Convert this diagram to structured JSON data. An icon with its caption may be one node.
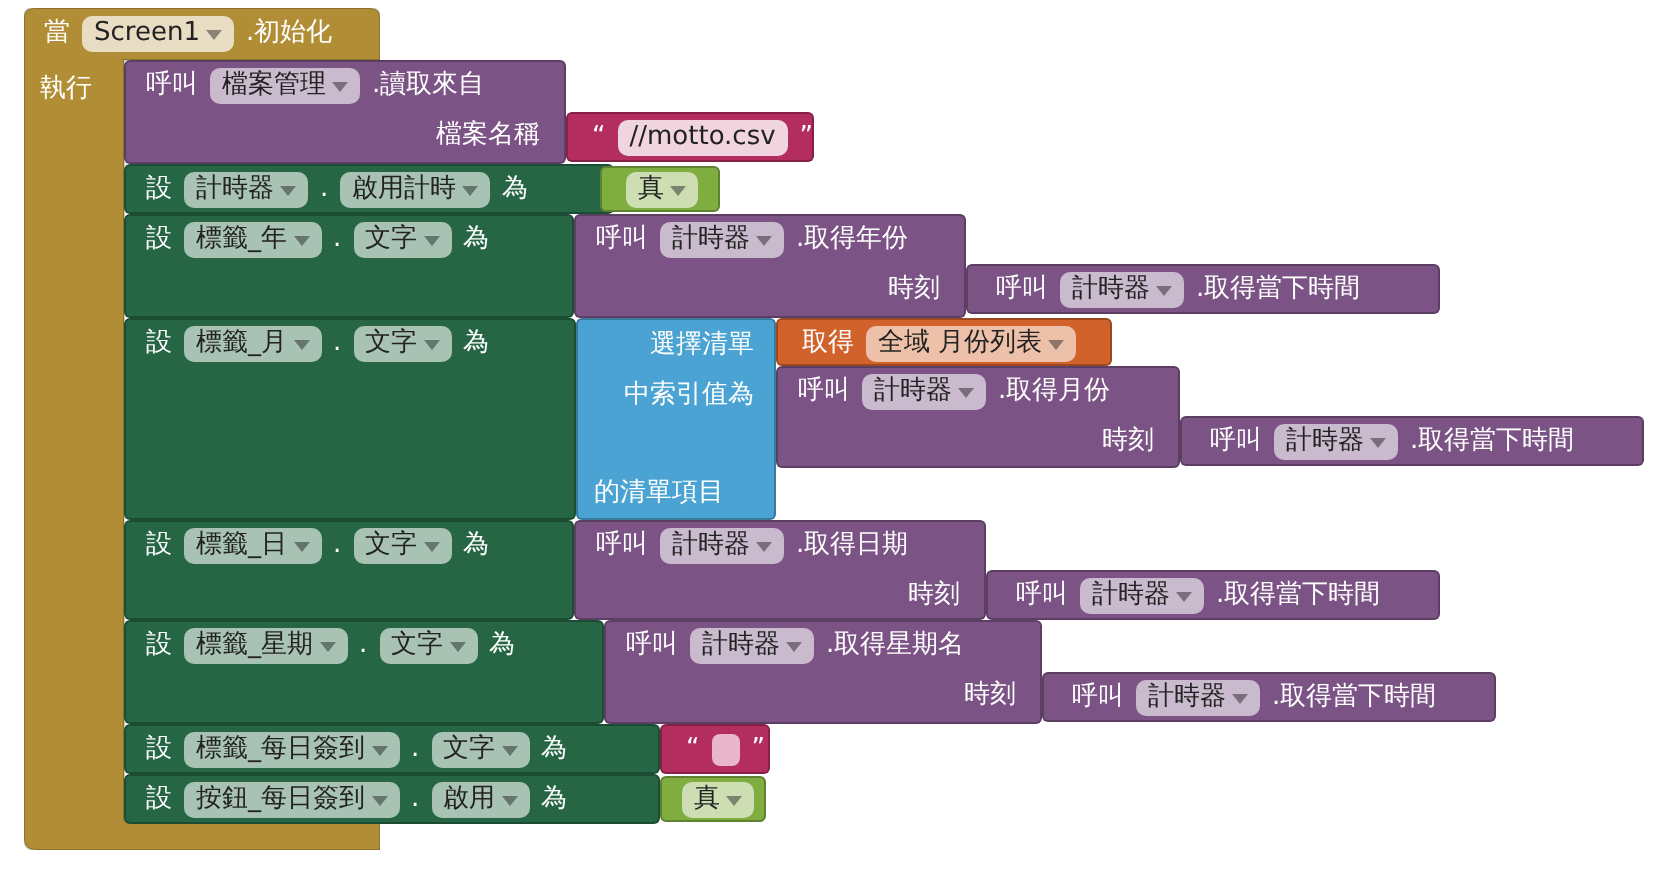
{
  "diagram": {
    "nodes": [
      {
        "text": [
          "當",
          "Screen1",
          ".初始化",
          "執行"
        ]
      },
      {
        "text": [
          "呼叫",
          "檔案管理",
          ".讀取來自",
          "檔案名稱"
        ]
      },
      {
        "text": [
          "“",
          "//motto.csv",
          "”"
        ]
      },
      {
        "text": [
          "設",
          "計時器",
          ".",
          "啟用計時",
          "為"
        ]
      },
      {
        "text": [
          "真"
        ]
      },
      {
        "text": [
          "設",
          "標籤_年",
          ".",
          "文字",
          "為"
        ]
      },
      {
        "text": [
          "呼叫",
          "計時器",
          ".取得年份",
          "時刻"
        ]
      },
      {
        "text": [
          "呼叫",
          "計時器",
          ".取得當下時間"
        ]
      },
      {
        "text": [
          "設",
          "標籤_月",
          ".",
          "文字",
          "為"
        ]
      },
      {
        "text": [
          "選擇清單",
          "中索引值為",
          "的清單項目"
        ]
      },
      {
        "text": [
          "取得",
          "全域 月份列表"
        ]
      },
      {
        "text": [
          "呼叫",
          "計時器",
          ".取得月份",
          "時刻"
        ]
      },
      {
        "text": [
          "呼叫",
          "計時器",
          ".取得當下時間"
        ]
      },
      {
        "text": [
          "設",
          "標籤_日",
          ".",
          "文字",
          "為"
        ]
      },
      {
        "text": [
          "呼叫",
          "計時器",
          ".取得日期",
          "時刻"
        ]
      },
      {
        "text": [
          "呼叫",
          "計時器",
          ".取得當下時間"
        ]
      },
      {
        "text": [
          "設",
          "標籤_星期",
          ".",
          "文字",
          "為"
        ]
      },
      {
        "text": [
          "呼叫",
          "計時器",
          ".取得星期名",
          "時刻"
        ]
      },
      {
        "text": [
          "呼叫",
          "計時器",
          ".取得當下時間"
        ]
      },
      {
        "text": [
          "設",
          "標籤_每日簽到",
          ".",
          "文字",
          "為"
        ]
      },
      {
        "text": [
          "“",
          "”"
        ]
      },
      {
        "text": [
          "設",
          "按鈕_每日簽到",
          ".",
          "啟用",
          "為"
        ]
      },
      {
        "text": [
          "真"
        ]
      }
    ]
  }
}
